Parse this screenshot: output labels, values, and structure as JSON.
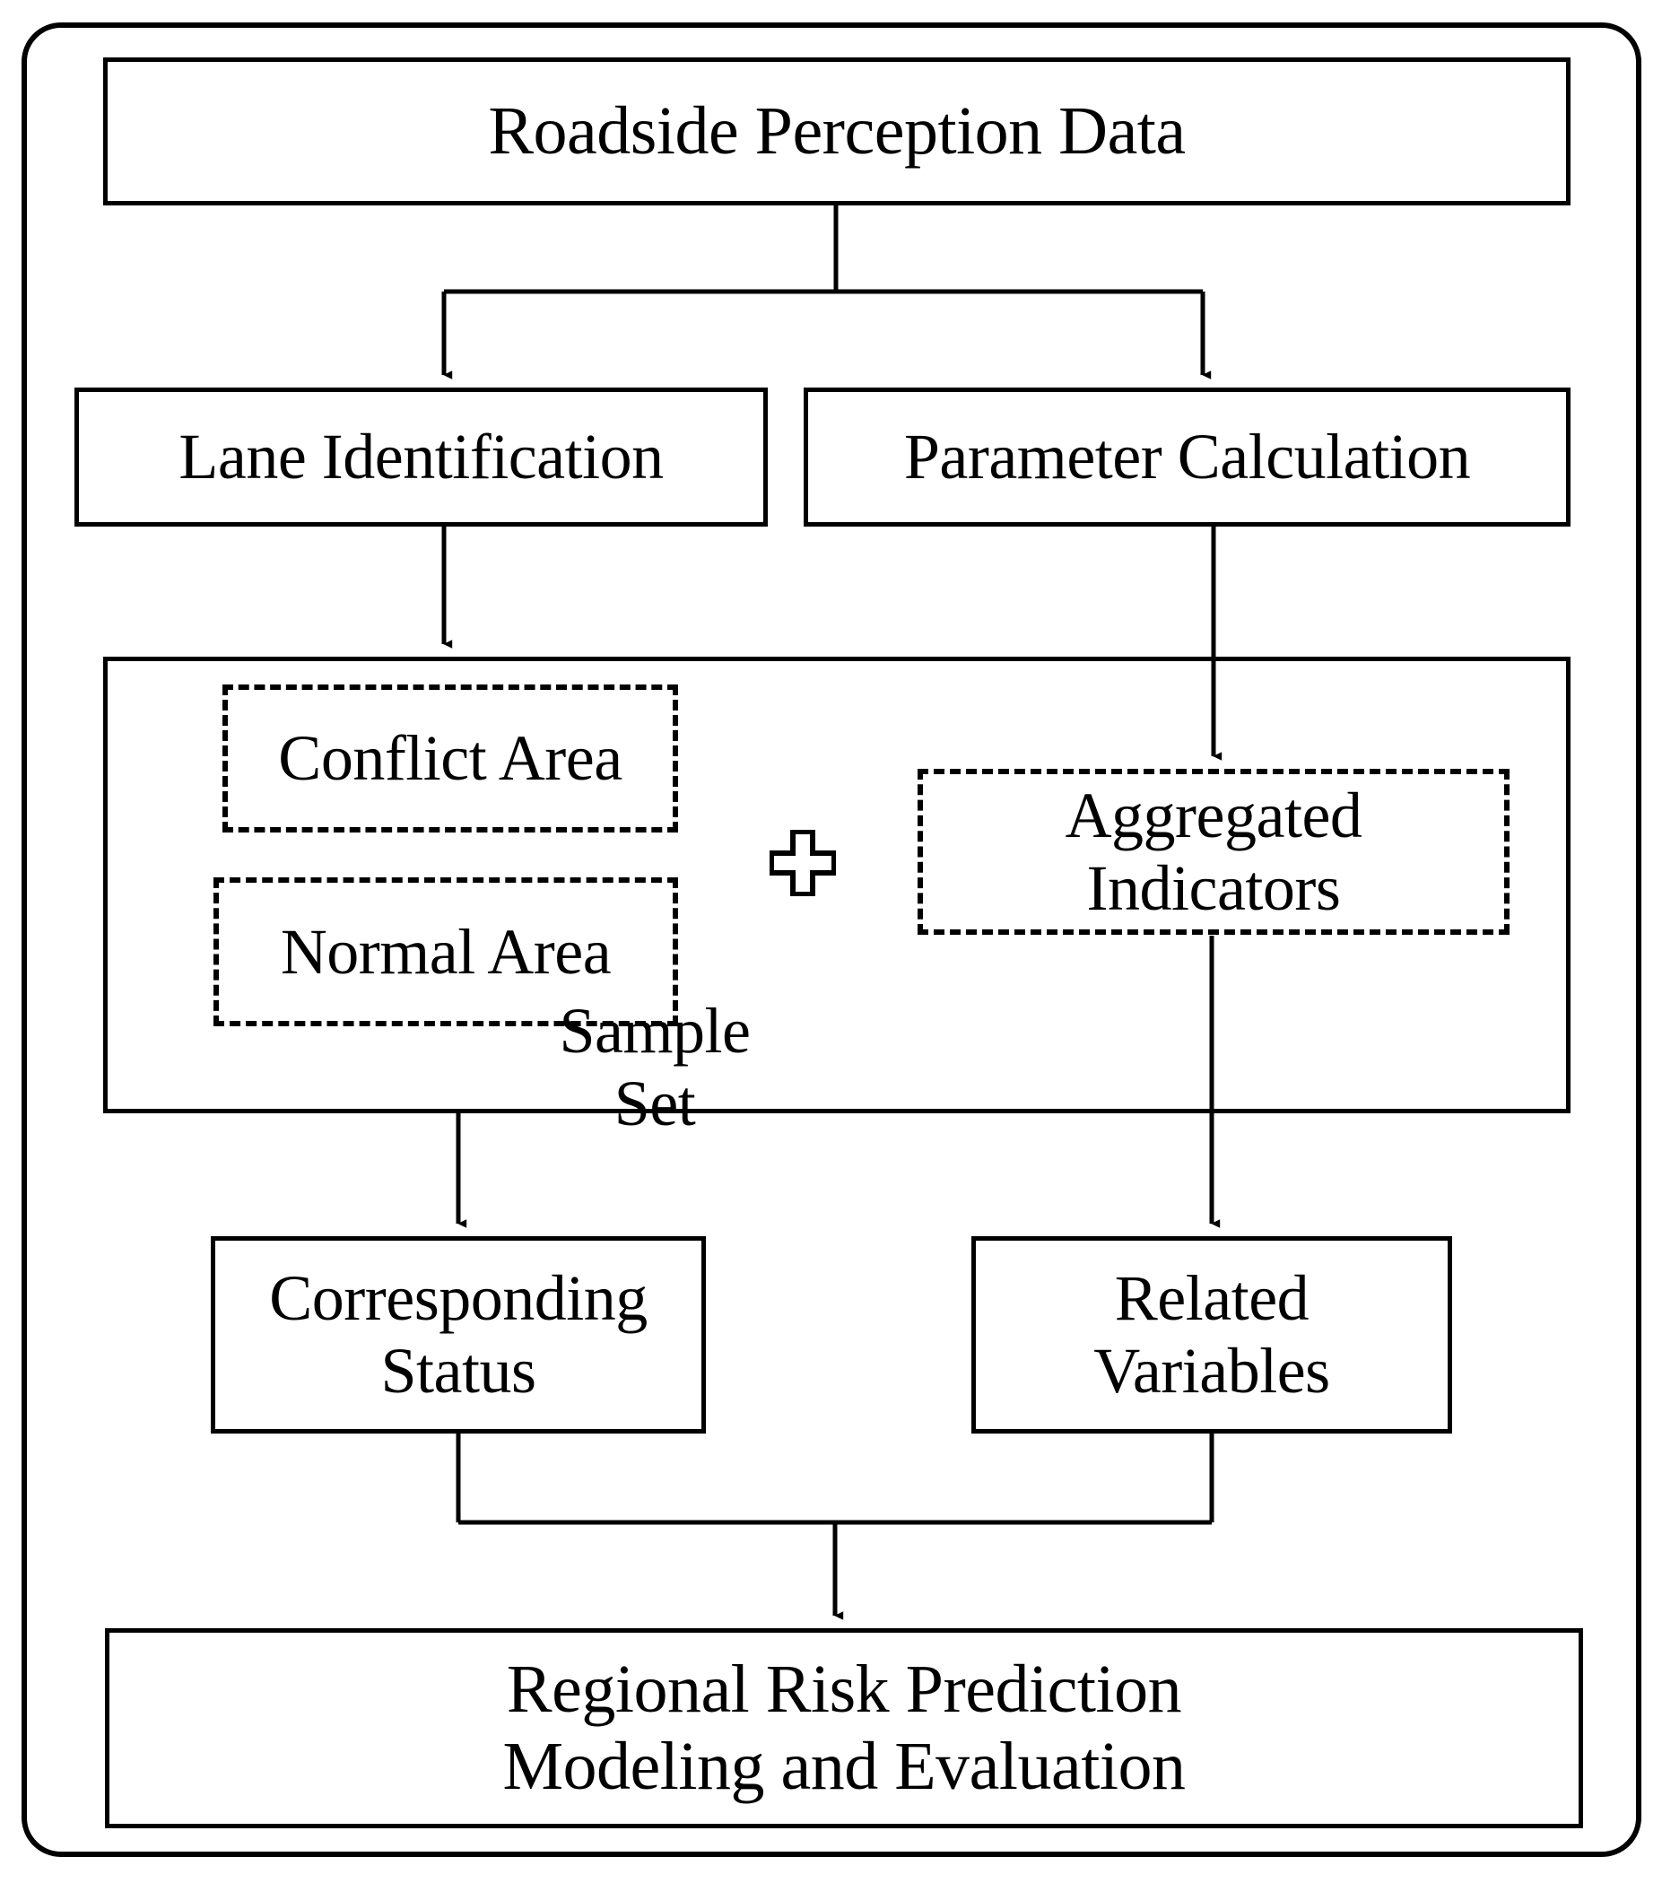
{
  "diagram": {
    "title_flow": "Regional risk prediction methodology flowchart",
    "nodes": {
      "roadside_perception_data": "Roadside Perception Data",
      "lane_identification": "Lane Identification",
      "parameter_calculation": "Parameter Calculation",
      "conflict_area": "Conflict Area",
      "normal_area": "Normal Area",
      "aggregated_indicators": "Aggregated\nIndicators",
      "sample_set": "Sample Set",
      "corresponding_status": "Corresponding\nStatus",
      "related_variables": "Related\nVariables",
      "regional_risk_prediction": "Regional Risk Prediction\nModeling and Evaluation"
    },
    "operator_icons": {
      "combine_plus": "+"
    },
    "colors": {
      "stroke": "#000000",
      "background": "#ffffff",
      "text": "#000000"
    },
    "edges": [
      {
        "from": "roadside_perception_data",
        "to": "lane_identification",
        "style": "solid-arrow"
      },
      {
        "from": "roadside_perception_data",
        "to": "parameter_calculation",
        "style": "solid-arrow"
      },
      {
        "from": "lane_identification",
        "to": "sample_set",
        "style": "solid-arrow"
      },
      {
        "from": "parameter_calculation",
        "to": "aggregated_indicators",
        "style": "solid-arrow"
      },
      {
        "from": "sample_set",
        "to": "corresponding_status",
        "style": "solid-arrow"
      },
      {
        "from": "aggregated_indicators",
        "to": "related_variables",
        "style": "solid-arrow"
      },
      {
        "from": "corresponding_status",
        "to": "regional_risk_prediction",
        "style": "solid-arrow-merged"
      },
      {
        "from": "related_variables",
        "to": "regional_risk_prediction",
        "style": "solid-arrow-merged"
      }
    ]
  }
}
